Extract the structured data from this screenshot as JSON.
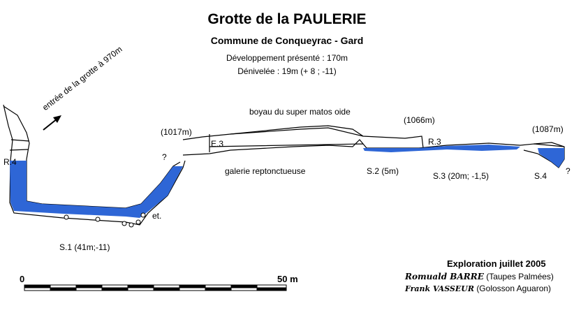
{
  "title": "Grotte de la PAULERIE",
  "subtitle": "Commune de Conqueyrac - Gard",
  "development": "Développement présenté : 170m",
  "denivelee": "Dénivelée : 19m (+ 8 ; -11)",
  "entrance_note": "entrée de la grotte à 970m",
  "labels": {
    "r4": "R.4",
    "r3": "R.3",
    "e3": "E.3",
    "et": "et.",
    "q1": "?",
    "q2": "?",
    "alt1017": "(1017m)",
    "alt1066": "(1066m)",
    "alt1087": "(1087m)",
    "boyau": "boyau du super matos oide",
    "galerie": "galerie reptonctueuse",
    "s1": "S.1 (41m;-11)",
    "s2": "S.2 (5m)",
    "s3": "S.3 (20m; -1,5)",
    "s4": "S.4"
  },
  "scale": {
    "start": "0",
    "end": "50 m"
  },
  "credits": {
    "exploration": "Exploration juillet 2005",
    "author1": "Romuald BARRE",
    "org1": "(Taupes Palmées)",
    "author2": "Frank VASSEUR",
    "org2": "(Golosson Aguaron)"
  },
  "colors": {
    "water": "#2e66d6",
    "ink": "#000000"
  }
}
